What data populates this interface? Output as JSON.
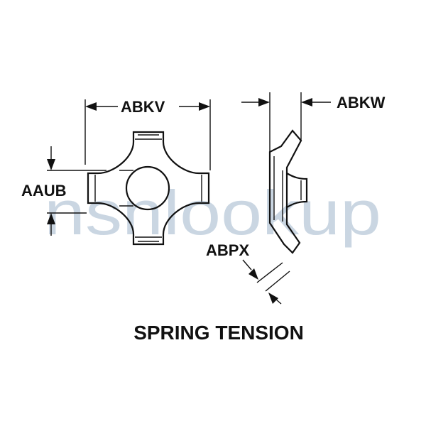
{
  "labels": {
    "abkv": "ABKV",
    "abkw": "ABKW",
    "aaub": "AAUB",
    "abpx": "ABPX"
  },
  "caption": "SPRING TENSION",
  "watermark": "nsnlookup",
  "colors": {
    "ink": "#111111",
    "watermark": "#9fb6cc",
    "background": "#ffffff"
  }
}
